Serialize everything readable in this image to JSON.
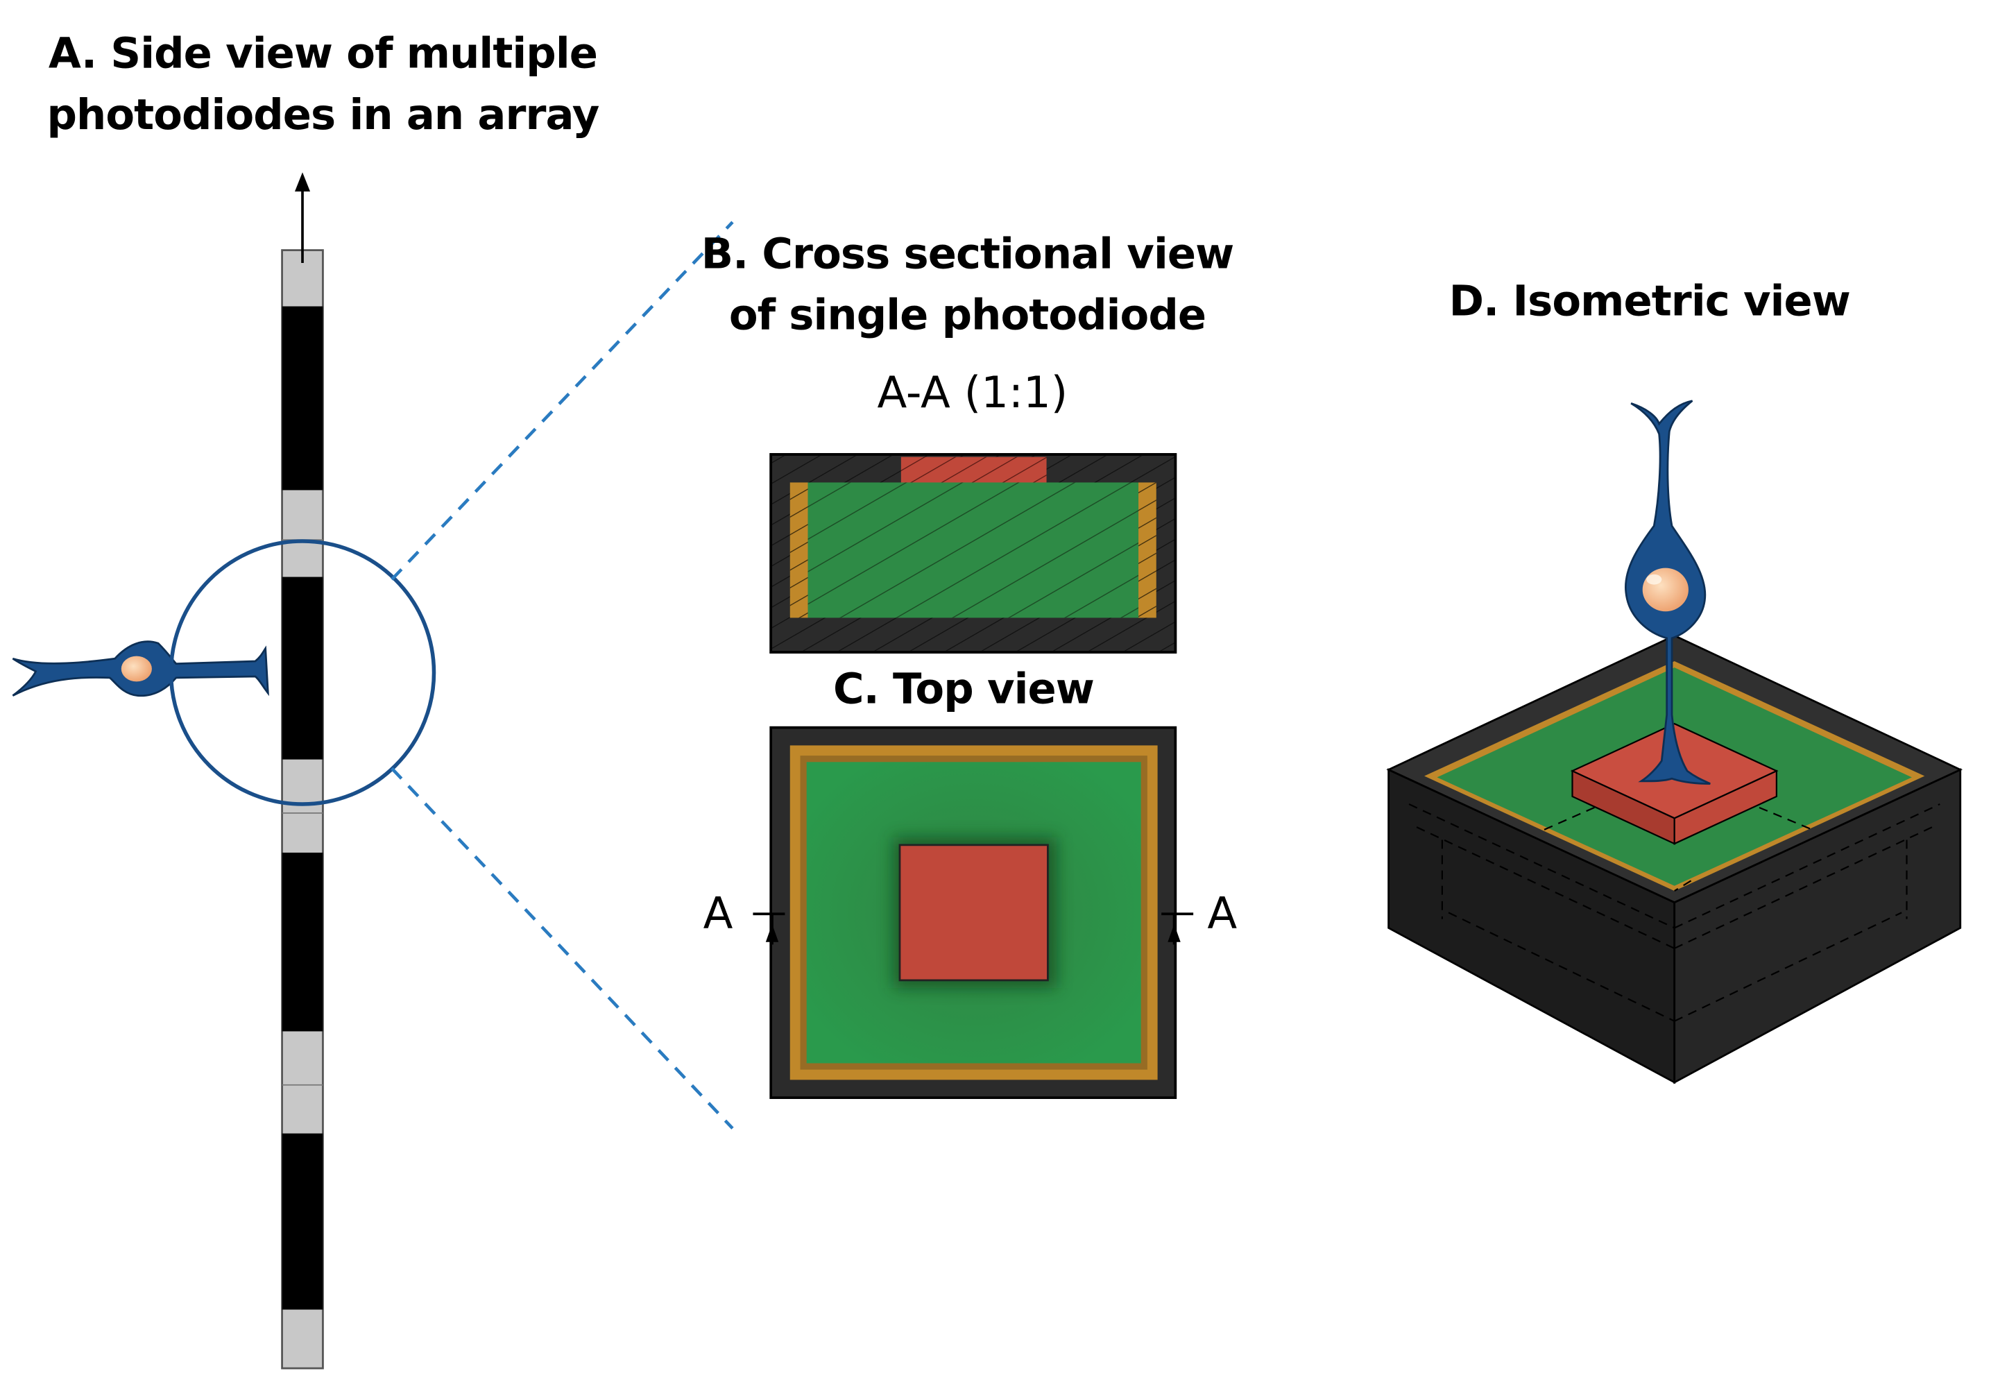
{
  "panels": {
    "a": {
      "title_line1": "A. Side view of multiple",
      "title_line2": "photodiodes in an array"
    },
    "b": {
      "title_line1": "B. Cross sectional view",
      "title_line2": "of single photodiode",
      "section_label": "A-A (1:1)"
    },
    "c": {
      "title": "C. Top view",
      "marker_left": "A",
      "marker_right": "A"
    },
    "d": {
      "title": "D. Isometric view"
    }
  },
  "colors": {
    "housing": "#2b2b2b",
    "frame": "#c0882a",
    "substrate": "#2e8b46",
    "electrode": "#c0483a",
    "neuron": "#1a4f8a",
    "soma": "#f3b98a",
    "callout": "#2a7bc0",
    "segment_dark": "#000000",
    "segment_light": "#c8c8c8"
  }
}
